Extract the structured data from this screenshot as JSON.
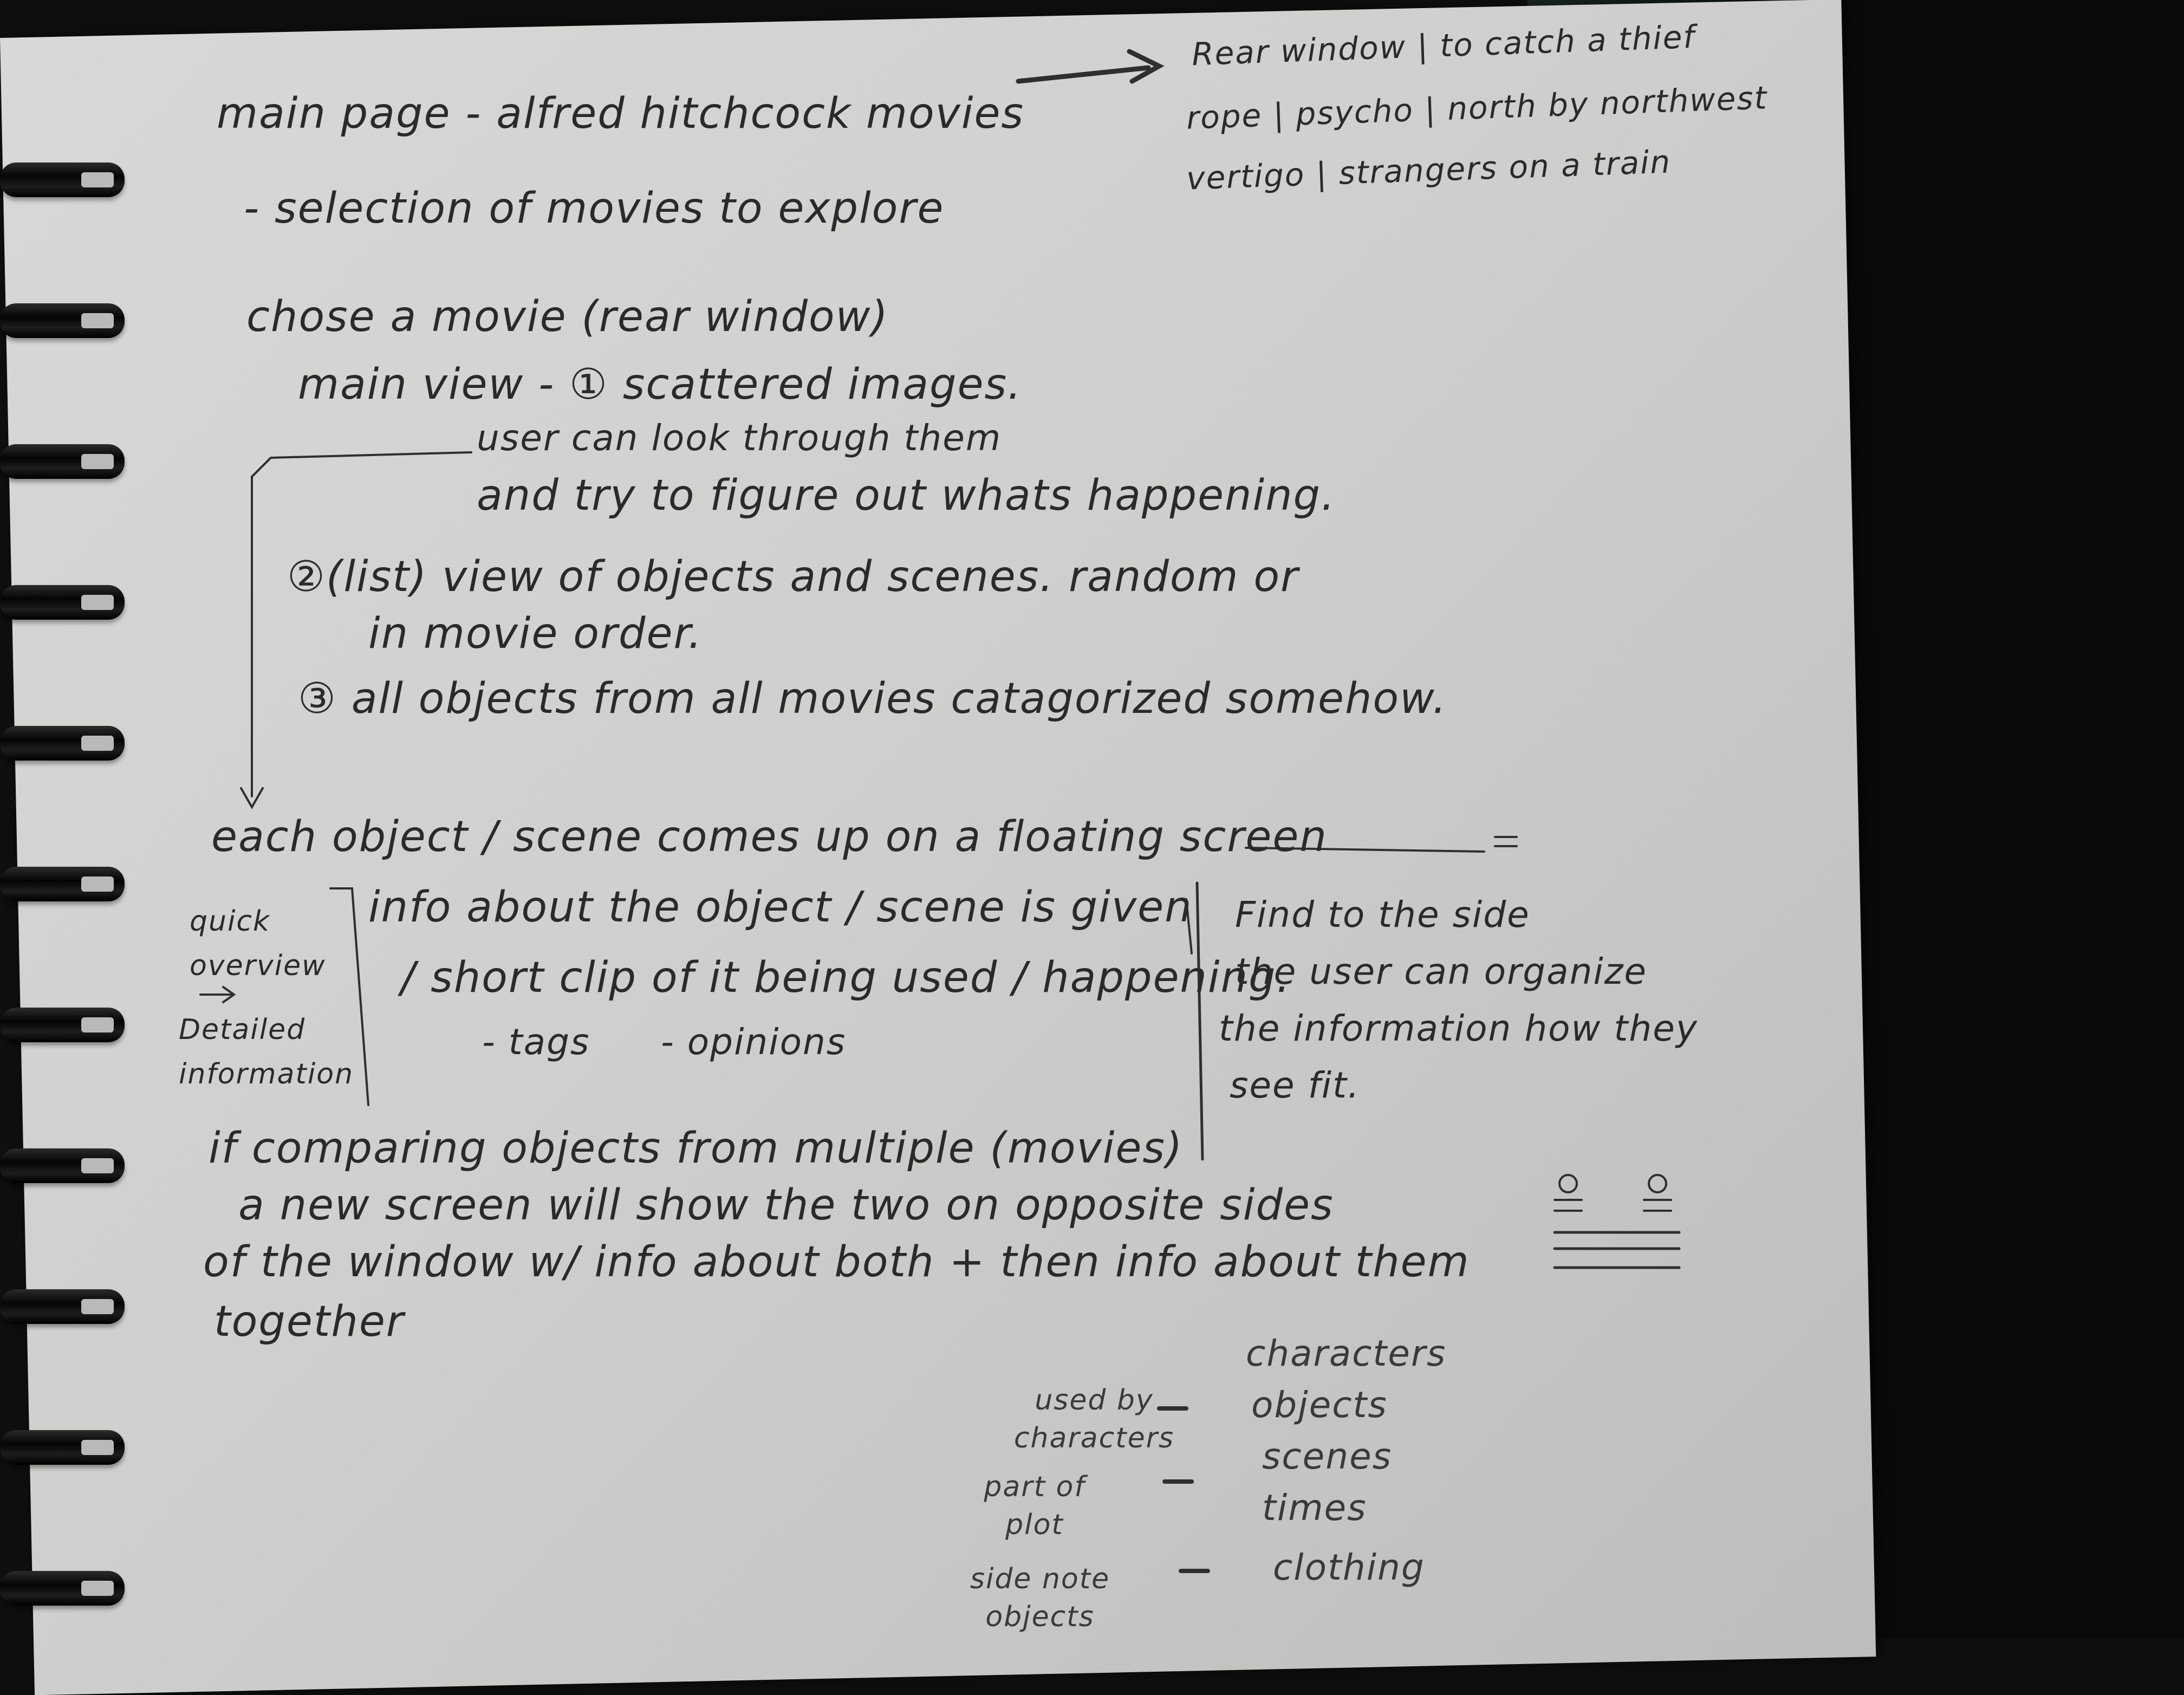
{
  "notes": {
    "line1": "main page - alfred hitchcock movies",
    "line2": "- selection of movies to explore",
    "movie_list": {
      "row1": "Rear window | to catch a thief",
      "row2": "rope | psycho | north by northwest",
      "row3": "vertigo | strangers on a train"
    },
    "choose_movie": "chose a movie (rear window)",
    "main_view": "main view - ① scattered images.",
    "user_look": "user can look through them",
    "figure_out": "and try to figure out whats happening.",
    "list_view": "②(list) view of objects and scenes. random or",
    "movie_order": "in movie order.",
    "all_objects": "③ all objects from all movies catagorized somehow.",
    "floating_screen": "each object / scene comes up on a floating screen",
    "quick_overview": "quick overview",
    "detailed_information": "Detailed information",
    "info_given": "info about the object / scene is given",
    "short_clip": "/ short clip of it being used / happening.",
    "tags": "- tags",
    "opinions": "- opinions",
    "side_note": {
      "line1": "Find to the side",
      "line2": "the user can organize",
      "line3": "the information how they",
      "line4": "see fit."
    },
    "comparing": "if comparing objects from multiple (movies)",
    "new_screen": "a new screen will show the two on opposite sides",
    "window_info": "of the window w/ info about both + then info about them",
    "together": "together",
    "categories": {
      "left": [
        "used by characters",
        "part of plot",
        "side note objects"
      ],
      "right": [
        "characters",
        "objects",
        "scenes",
        "times",
        "clothing"
      ]
    }
  }
}
